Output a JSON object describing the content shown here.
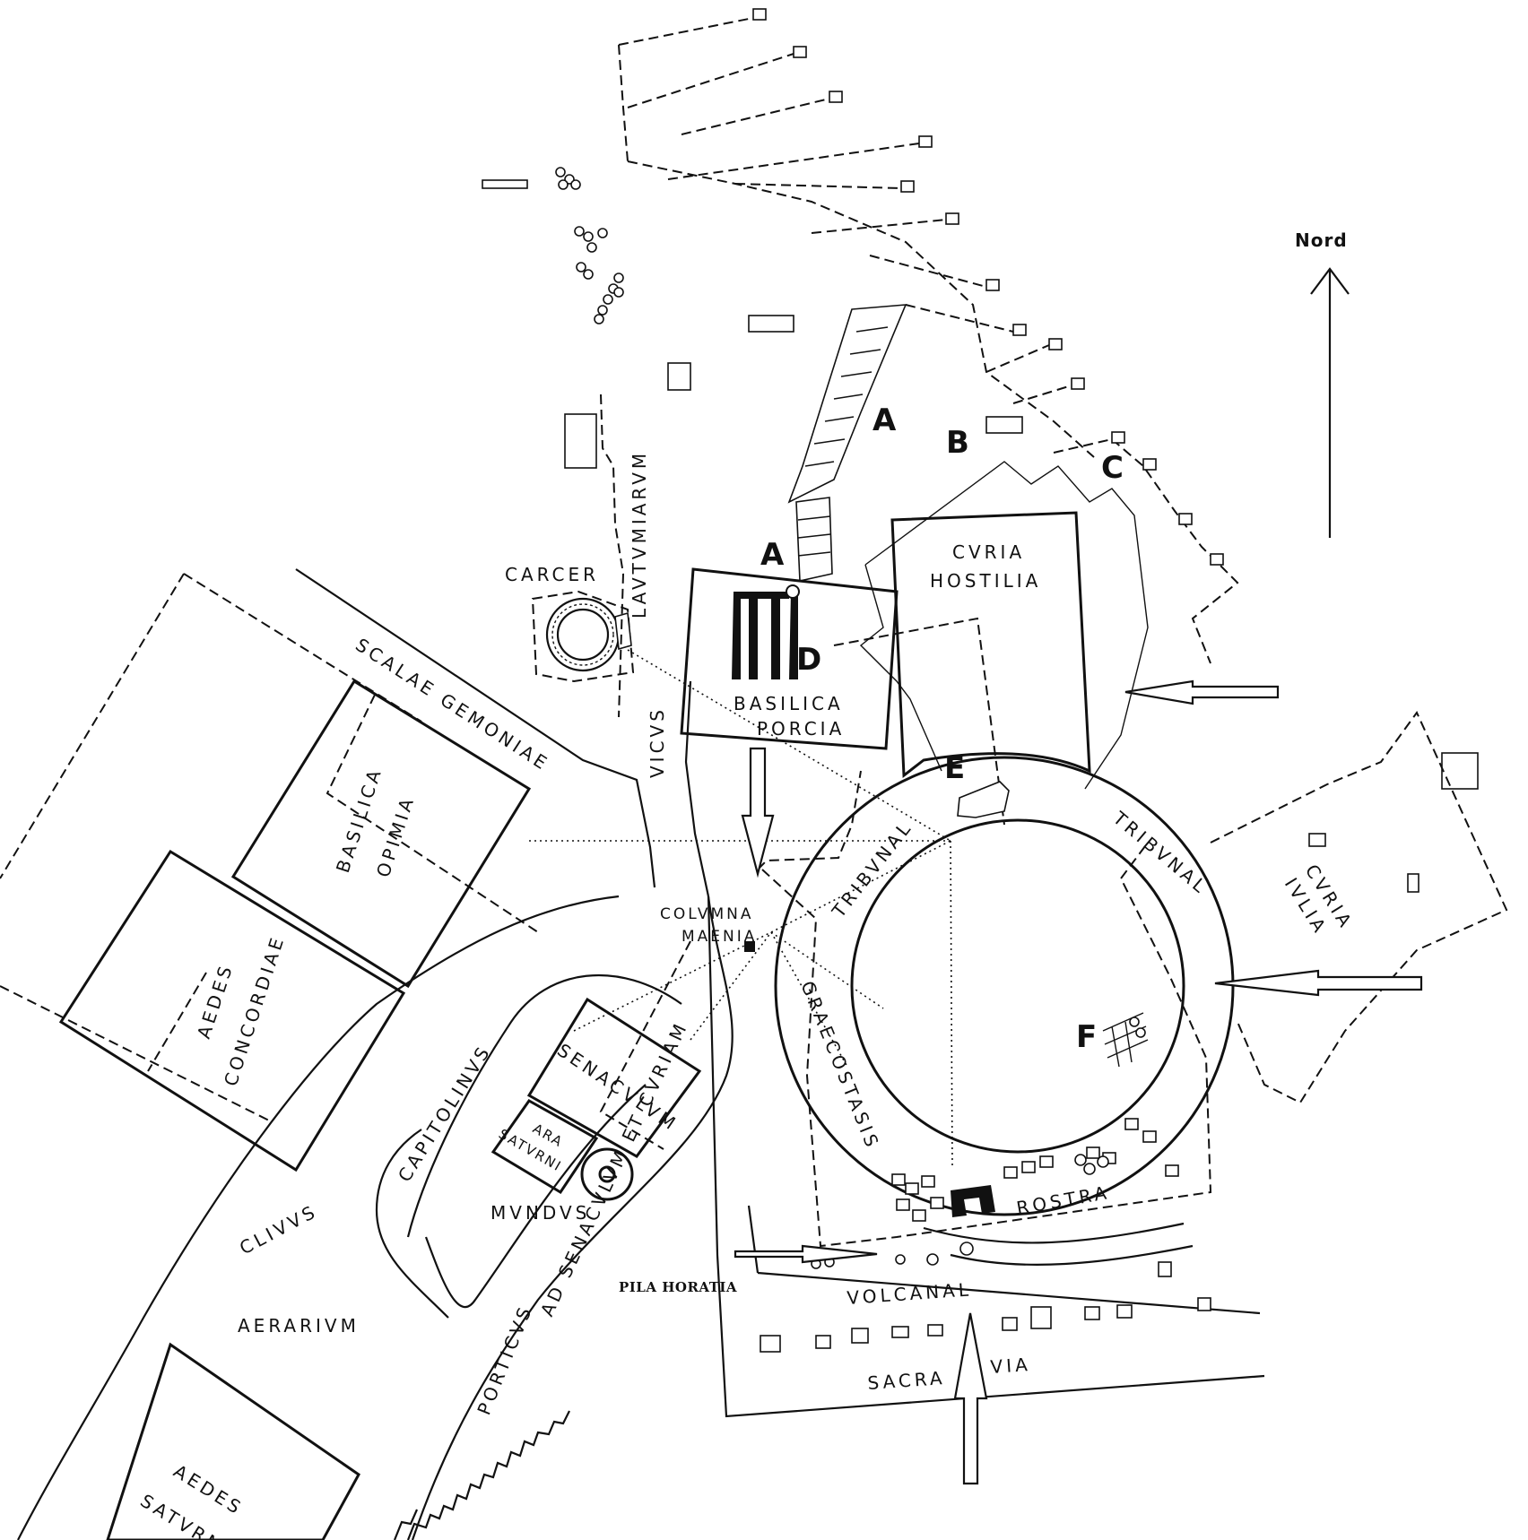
{
  "map": {
    "north_label": "Nord",
    "labels": {
      "carcer": "CARCER",
      "lautumiarum": "LAVTVMIARVM",
      "scalae_gemoniae": "SCALAE GEMONIAE",
      "vicus": "VICVS",
      "basilica_opimia_1": "BASILICA",
      "basilica_opimia_2": "OPIMIA",
      "aedes_concordiae_1": "AEDES",
      "aedes_concordiae_2": "CONCORDIAE",
      "basilica_porcia_1": "BASILICA",
      "basilica_porcia_2": "PORCIA",
      "curia_hostilia_1": "CVRIA",
      "curia_hostilia_2": "HOSTILIA",
      "curia_iulia_1": "CVRIA",
      "curia_iulia_2": "IVLIA",
      "tribunal_left": "TRIBVNAL",
      "tribunal_right": "TRIBVNAL",
      "columna_maenia_1": "COLVMNA",
      "columna_maenia_2": "MAENIA",
      "graecostasis": "GRAECOSTASIS",
      "senaculum": "SENACVLVM",
      "ara_saturni_1": "ARA",
      "ara_saturni_2": "SATVRNI",
      "mundus": "MVNDVS",
      "ad_curiam": "AD SENACVLVM ET CVRIAM",
      "clivus": "CLIVVS",
      "capitolinus": "CAPITOLINVS",
      "aerarium": "AERARIVM",
      "aedes_saturni_1": "AEDES",
      "aedes_saturni_2": "SATVRNI",
      "porticus": "PORTICVS",
      "rostra": "ROSTRA",
      "volcanal": "VOLCANAL",
      "sacra": "SACRA",
      "via": "VIA",
      "pila_horatia": "PILA HORATIA"
    },
    "letters": {
      "a_top": "A",
      "a_low": "A",
      "b": "B",
      "c": "C",
      "d": "D",
      "e": "E",
      "f": "F"
    }
  }
}
